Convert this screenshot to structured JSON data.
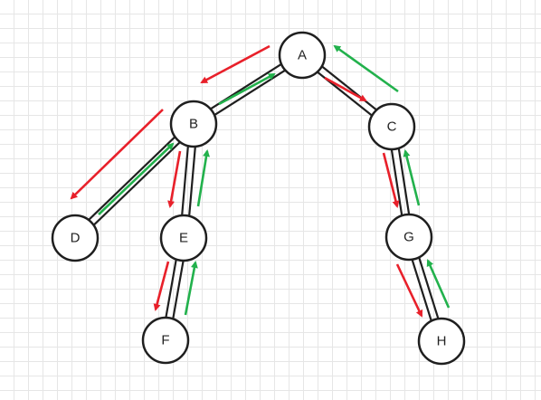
{
  "diagram": {
    "nodes": [
      {
        "id": "A",
        "label": "A"
      },
      {
        "id": "B",
        "label": "B"
      },
      {
        "id": "C",
        "label": "C"
      },
      {
        "id": "D",
        "label": "D"
      },
      {
        "id": "E",
        "label": "E"
      },
      {
        "id": "F",
        "label": "F"
      },
      {
        "id": "G",
        "label": "G"
      },
      {
        "id": "H",
        "label": "H"
      }
    ],
    "edges": [
      {
        "from": "A",
        "to": "B"
      },
      {
        "from": "A",
        "to": "C"
      },
      {
        "from": "B",
        "to": "D"
      },
      {
        "from": "B",
        "to": "E"
      },
      {
        "from": "E",
        "to": "F"
      },
      {
        "from": "C",
        "to": "G"
      },
      {
        "from": "G",
        "to": "H"
      }
    ],
    "traversal_arrows": [
      {
        "direction": "down",
        "from": "A",
        "to": "B",
        "color": "#e8202a"
      },
      {
        "direction": "up",
        "from": "B",
        "to": "A",
        "color": "#22b14c"
      },
      {
        "direction": "down",
        "from": "A",
        "to": "C",
        "color": "#e8202a"
      },
      {
        "direction": "up",
        "from": "C",
        "to": "A",
        "color": "#22b14c"
      },
      {
        "direction": "down",
        "from": "B",
        "to": "D",
        "color": "#e8202a"
      },
      {
        "direction": "up",
        "from": "D",
        "to": "B",
        "color": "#22b14c"
      },
      {
        "direction": "down",
        "from": "B",
        "to": "E",
        "color": "#e8202a"
      },
      {
        "direction": "up",
        "from": "E",
        "to": "B",
        "color": "#22b14c"
      },
      {
        "direction": "down",
        "from": "E",
        "to": "F",
        "color": "#e8202a"
      },
      {
        "direction": "up",
        "from": "F",
        "to": "E",
        "color": "#22b14c"
      },
      {
        "direction": "down",
        "from": "C",
        "to": "G",
        "color": "#e8202a"
      },
      {
        "direction": "up",
        "from": "G",
        "to": "C",
        "color": "#22b14c"
      },
      {
        "direction": "down",
        "from": "G",
        "to": "H",
        "color": "#e8202a"
      },
      {
        "direction": "up",
        "from": "H",
        "to": "G",
        "color": "#22b14c"
      }
    ]
  },
  "colors": {
    "descend": "#e8202a",
    "ascend": "#22b14c",
    "node_stroke": "#1f1f1f",
    "grid": "#e6e6e6"
  }
}
